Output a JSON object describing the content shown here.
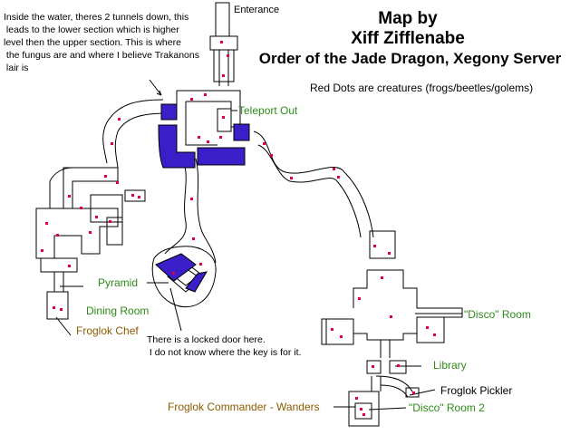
{
  "map": {
    "title_line1": "Map by",
    "title_line2": "Xiff Zifflenabe",
    "title_line3": "Order of the Jade Dragon, Xegony Server",
    "legend": "Red Dots are creatures (frogs/beetles/golems)",
    "note_water": "Inside the water, theres 2 tunnels down, this\n leads to the lower section which is higher\nlevel then the upper section. This is where\n the fungus are and where I believe Trakanons\n lair is",
    "note_locked": "There is a locked door here.\n I do not know where the key is for it.",
    "labels": {
      "entrance": "Enterance",
      "teleport": "Teleport Out",
      "pyramid": "Pyramid",
      "dining": "Dining Room",
      "chef": "Froglok Chef",
      "disco1": "\"Disco\" Room",
      "library": "Library",
      "pickler": "Froglok Pickler",
      "commander": "Froglok Commander - Wanders",
      "disco2": "\"Disco\" Room 2"
    }
  },
  "colors": {
    "water": "#3a1ec8",
    "creature": "#e0003a",
    "wall": "#000000",
    "label_green": "#2e8b1a",
    "label_brown": "#8b5a00"
  }
}
